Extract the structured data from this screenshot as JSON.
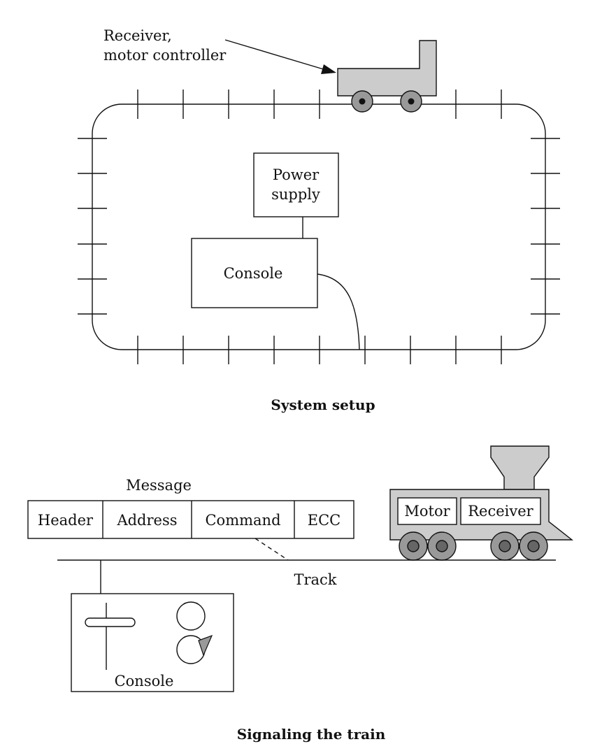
{
  "colors": {
    "line": "#111111",
    "train_fill": "#cccccc",
    "wheel_fill": "#999999",
    "axle_fill": "#111111",
    "wheel_hub_fill": "#666666",
    "background": "#ffffff"
  },
  "system_setup": {
    "caption": "System setup",
    "callout_label_line1": "Receiver,",
    "callout_label_line2": "motor controller",
    "power_supply_line1": "Power",
    "power_supply_line2": "supply",
    "console_label": "Console"
  },
  "signaling": {
    "caption": "Signaling the train",
    "message_title": "Message",
    "message_fields": [
      "Header",
      "Address",
      "Command",
      "ECC"
    ],
    "track_label": "Track",
    "console_label": "Console",
    "locomotive_motor": "Motor",
    "locomotive_receiver": "Receiver"
  }
}
